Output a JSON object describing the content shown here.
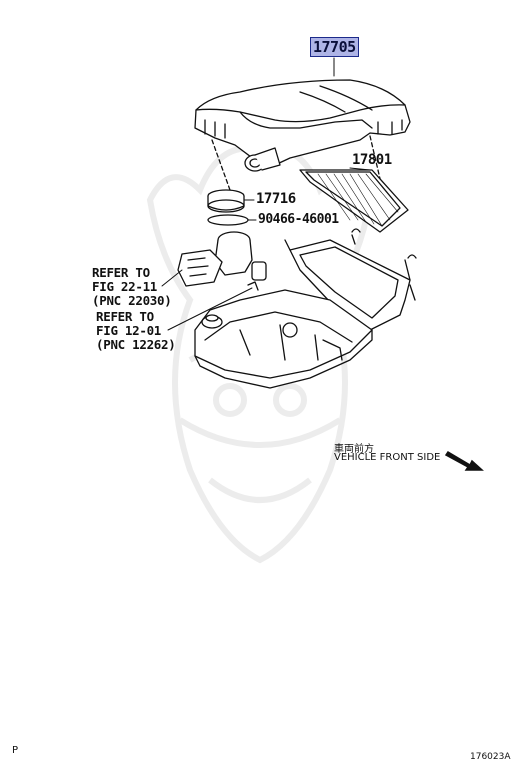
{
  "parts": {
    "air_cleaner_cap": "17705",
    "element": "17801",
    "hose_clamp": "17716",
    "o_ring": "90466-46001"
  },
  "refs": {
    "ref1": [
      "REFER TO",
      "FIG 22-11",
      "(PNC 22030)"
    ],
    "ref2": [
      "REFER TO",
      "FIG 12-01",
      "(PNC 12262)"
    ]
  },
  "direction": {
    "jp": "車両前方",
    "en": "VEHICLE FRONT SIDE"
  },
  "footer": {
    "left": "P",
    "right": "176023A"
  },
  "colors": {
    "highlight": "#aeb4e6",
    "line": "#111111",
    "watermark": "#ececec"
  }
}
